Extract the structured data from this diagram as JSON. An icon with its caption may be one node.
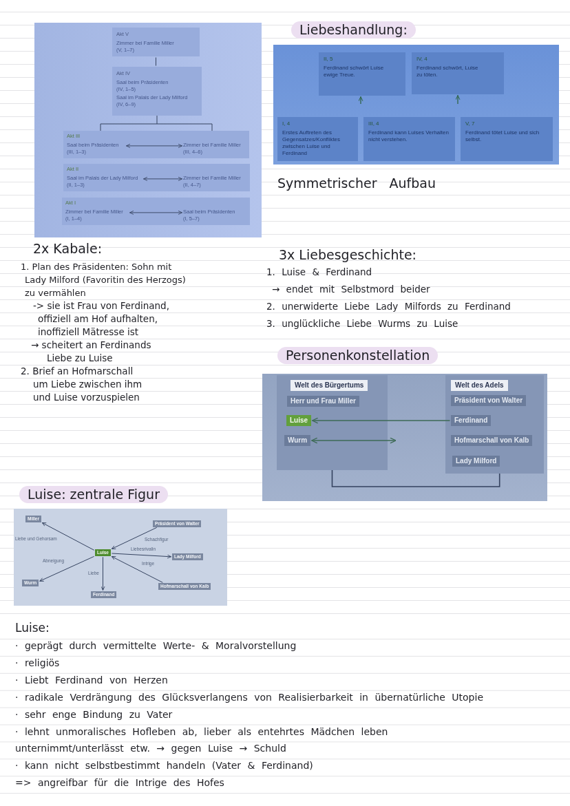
{
  "diagram": {
    "nodes": [
      {
        "text": [
          "Akt V",
          "Zimmer bei Familie Miller (V, 1–7)"
        ]
      },
      {
        "text": [
          "Akt IV",
          "Saal beim Präsidenten (IV, 1–5)",
          "Saal im Palais der Lady Milford (IV, 6–9)"
        ]
      },
      {
        "text": [
          "Akt III"
        ]
      },
      {
        "text": [
          "Saal beim Präsidenten (III, 1–3)"
        ],
        "in": 2
      },
      {
        "text": [
          "Zimmer bei Familie Miller (III, 4–6)"
        ],
        "in": 2
      },
      {
        "text": [
          "Akt II"
        ]
      },
      {
        "text": [
          "Saal im Palais der Lady Milford (II, 1–3)"
        ],
        "in": 5
      },
      {
        "text": [
          "Zimmer bei Familie Miller (II, 4–7)"
        ],
        "in": 5
      },
      {
        "text": [
          "Akt I"
        ]
      },
      {
        "text": [
          "Zimmer bei Familie Miller (I, 1–4)"
        ],
        "in": 8
      },
      {
        "text": [
          "Saal beim Präsidenten (I, 5–7)"
        ],
        "in": 8
      },
      {
        "text": [
          "II, 5",
          "Ferdinand schwört Luise ewige Treue."
        ]
      },
      {
        "text": [
          "IV, 4",
          "Ferdinand schwört, Luise zu töten."
        ]
      },
      {
        "text": [
          "I, 4",
          "Erstes Auftreten des Gegensatzes/Konfliktes zwischen Luise und Ferdinand"
        ]
      },
      {
        "text": [
          "III, 4",
          "Ferdinand kann Luises Verhalten nicht verstehen."
        ]
      },
      {
        "text": [
          "V, 7",
          "Ferdinand tötet Luise und sich selbst."
        ]
      },
      {
        "text": [
          "Welt des Bürgertums"
        ]
      },
      {
        "text": [
          "Herr und Frau Miller"
        ],
        "in": 16
      },
      {
        "text": [
          "Luise"
        ],
        "in": 16
      },
      {
        "text": [
          "Wurm"
        ],
        "in": 16
      },
      {
        "text": [
          "Welt des Adels"
        ]
      },
      {
        "text": [
          "Präsident von Walter"
        ],
        "in": 20
      },
      {
        "text": [
          "Ferdinand"
        ],
        "in": 20
      },
      {
        "text": [
          "Hofmarschall von Kalb"
        ],
        "in": 20
      },
      {
        "text": [
          "Lady Milford"
        ],
        "in": 20
      },
      {
        "text": [
          "Miller"
        ]
      },
      {
        "text": [
          "Präsident von Walter"
        ]
      },
      {
        "text": [
          "Luise"
        ]
      },
      {
        "text": [
          "Lady Milford"
        ]
      },
      {
        "text": [
          "Wurm"
        ]
      },
      {
        "text": [
          "Hofmarschall von Kalb"
        ]
      },
      {
        "text": [
          "Ferdinand"
        ]
      }
    ],
    "edges": [
      {
        "from": 0,
        "to": 1,
        "arrow": "none"
      },
      {
        "from": 1,
        "to": 2,
        "arrow": "none"
      },
      {
        "from": 3,
        "to": 4,
        "arrow": "both"
      },
      {
        "from": 6,
        "to": 7,
        "arrow": "both"
      },
      {
        "from": 9,
        "to": 10,
        "arrow": "both"
      },
      {
        "from": null,
        "to": 11,
        "arrow": "to",
        "color": "#2f6446"
      },
      {
        "from": null,
        "to": 12,
        "arrow": "to",
        "color": "#2f6446"
      },
      {
        "from": 22,
        "to": 18,
        "arrow": "to",
        "color": "#3d6a55"
      },
      {
        "from": 19,
        "to": null,
        "arrow": "both",
        "color": "#3d6a55"
      },
      {
        "from": 16,
        "to": 20,
        "arrow": "none"
      },
      {
        "from": 27,
        "to": 25,
        "arrow": "to",
        "label": "Liebe und Gehorsam"
      },
      {
        "from": 26,
        "to": 27,
        "arrow": "to",
        "label": "Schachfigur"
      },
      {
        "from": 27,
        "to": 28,
        "arrow": "to",
        "label": "Liebesrivalin"
      },
      {
        "from": 27,
        "to": 29,
        "arrow": "to",
        "label": "Abneigung"
      },
      {
        "from": 27,
        "to": 31,
        "arrow": "to",
        "label": "Liebe"
      },
      {
        "from": 30,
        "to": 27,
        "arrow": "to",
        "label": "Intrige"
      }
    ],
    "labels": [
      "Liebeshandlung:",
      "Symmetrischer Aufbau",
      "2x Kabale:",
      "1. Plan des Präsidenten: Sohn mit Lady Milford (Favoritin des Herzogs) zu vermählen",
      "-> sie ist Frau von Ferdinand, offiziell am Hof aufhalten, inoffiziell Mätresse ist",
      "→ scheitert an Ferdinands Liebe zu Luise",
      "2. Brief an Hofmarschall um Liebe zwischen ihm und Luise vorzuspielen",
      "3x Liebesgeschichte:",
      "1. Luise & Ferdinand",
      "→ endet mit Selbstmord beider",
      "2. unerwiderte Liebe Lady Milfords zu Ferdinand",
      "3. unglückliche Liebe Wurms zu Luise",
      "Personenkonstellation",
      "Luise: zentrale Figur",
      "Luise:",
      "· geprägt durch vermittelte Werte- & Moralvorstellung",
      "· religiös",
      "· Liebt Ferdinand von Herzen",
      "· radikale Verdrängung des Glücksverlangens von Realisierbarkeit in übernatürliche Utopie",
      "· sehr enge Bindung zu Vater",
      "· lehnt unmoralisches Hofleben ab, lieber als entehrtes Mädchen leben",
      "unternimmt/unterlässt etw. → gegen Luise → Schuld",
      "· kann nicht selbstbestimmt handeln (Vater & Ferdinand)",
      "=> angreifbar für die Intrige des Hofes"
    ]
  }
}
